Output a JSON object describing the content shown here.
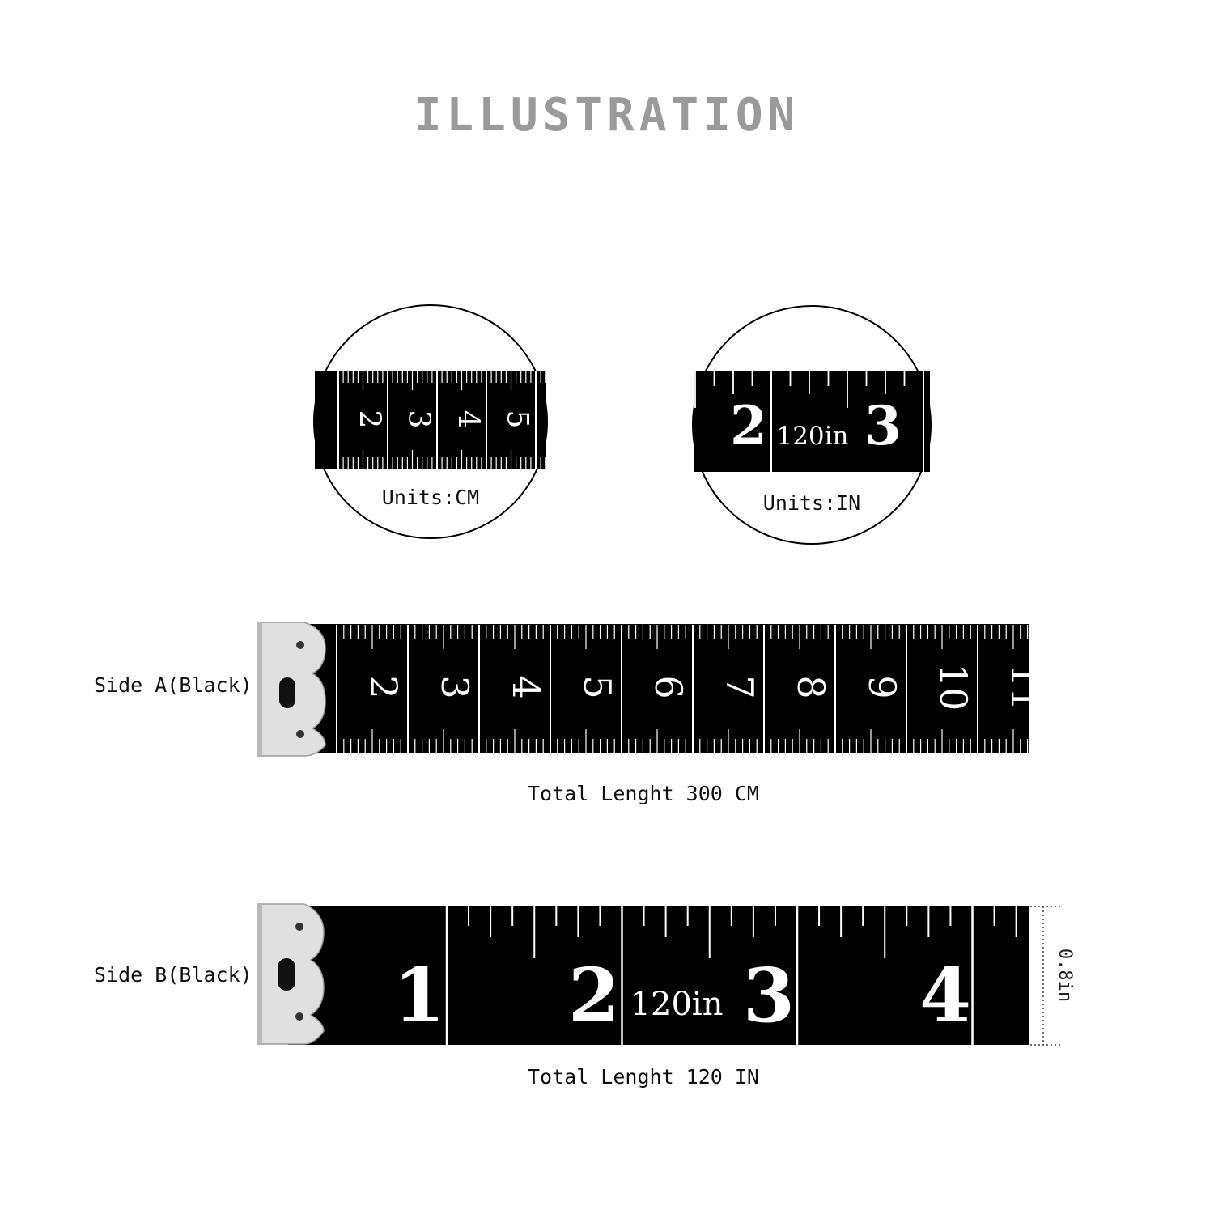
{
  "title": "ILLUSTRATION",
  "zoom_cm": {
    "numbers": [
      "2",
      "3",
      "4",
      "5"
    ],
    "units_label": "Units:CM"
  },
  "zoom_in": {
    "numbers": [
      "2",
      "3"
    ],
    "brand": "120in",
    "units_label": "Units:IN"
  },
  "side_a": {
    "label": "Side A(Black)",
    "numbers": [
      "2",
      "3",
      "4",
      "5",
      "6",
      "7",
      "8",
      "9",
      "10",
      "11"
    ],
    "total": "Total Lenght 300 CM"
  },
  "side_b": {
    "label": "Side B(Black)",
    "numbers": [
      "1",
      "2",
      "3",
      "4"
    ],
    "brand": "120in",
    "width_label": "0.8in",
    "total": "Total Lenght 120 IN"
  },
  "colors": {
    "tape": "#000000",
    "marks": "#ffffff",
    "title": "#9a9a9a",
    "tab": "#e0e0e0"
  }
}
